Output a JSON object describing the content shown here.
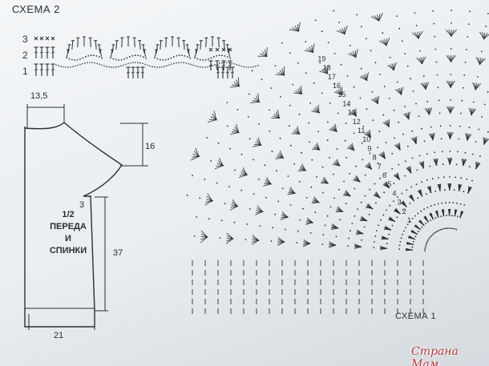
{
  "scheme2": {
    "title": "СХЕМА 2",
    "row_labels": [
      "3",
      "2",
      "1"
    ]
  },
  "pattern_piece": {
    "label_lines": [
      "1/2",
      "ПЕРЕДА",
      "И",
      "СПИНКИ"
    ],
    "dimensions": {
      "shoulder": "13,5",
      "armhole_depth": "16",
      "underarm": "3",
      "side_length": "37",
      "bottom_width": "21"
    }
  },
  "scheme1": {
    "title": "СХЕМА 1",
    "row_numbers": [
      "1",
      "2",
      "3",
      "4",
      "5",
      "6",
      "7",
      "8",
      "9",
      "10",
      "11",
      "12",
      "13",
      "14",
      "15",
      "16",
      "17",
      "18",
      "19"
    ]
  },
  "watermark": "Страна Мам",
  "colors": {
    "ink": "#2b2f33",
    "paper": "#eef1f3",
    "watermark": "#b23a3a"
  }
}
